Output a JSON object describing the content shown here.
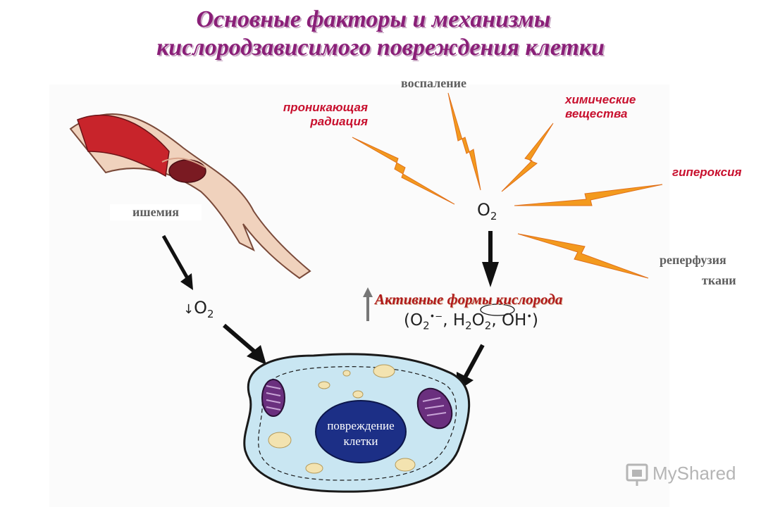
{
  "title": {
    "line1": "Основные  факторы и механизмы",
    "line2": "кислородзависимого повреждения клетки"
  },
  "labels": {
    "inflammation": "воспаление",
    "radiation_1": "проникающая",
    "radiation_2": "радиация",
    "chemicals_1": "химические",
    "chemicals_2": "вещества",
    "hyperoxia": "гипероксия",
    "ischemia": "ишемия",
    "reperfusion_1": "реперфузия",
    "reperfusion_2": "ткани",
    "active_oxygen": "Активные формы кислорода",
    "cell_damage_1": "повреждение",
    "cell_damage_2": "клетки"
  },
  "o2": {
    "center_base": "O",
    "center_sub": "2",
    "low_arrow": "↓",
    "low_base": "O",
    "low_sub": "2"
  },
  "formula": {
    "open": "(O",
    "s1": "2",
    "sup1": "•",
    "minus": "−",
    "mid": ", H",
    "s2": "2",
    "o": "O",
    "s3": "2",
    "end": ", OH",
    "sup2": "•",
    "close": ")"
  },
  "watermark": "MyShared",
  "colors": {
    "title": "#8a1f78",
    "lightning": "#f39a1e",
    "red_label": "#c8102e",
    "cell_fill": "#c9e6f2",
    "nucleus": "#1c2f86",
    "vessel_blood": "#c8242b",
    "vessel_wall": "#f0d2bd"
  }
}
